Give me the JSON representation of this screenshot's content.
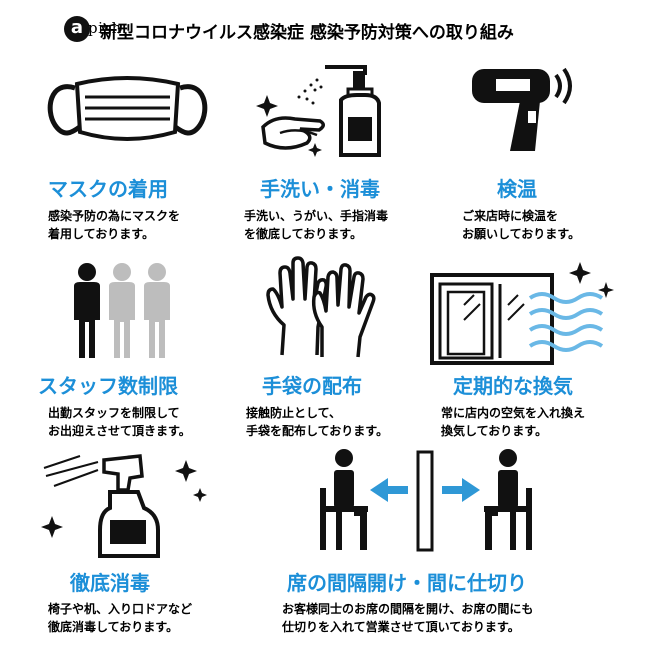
{
  "header": {
    "logo_letter": "a",
    "logo_text": "pish",
    "title": "新型コロナウイルス感染症 感染予防対策への取り組み"
  },
  "colors": {
    "accent": "#1c8fd8",
    "mask_grey": "#bdbdbd",
    "air_blue": "#6ab8e6",
    "arrow_blue": "#2f98d6"
  },
  "items": [
    {
      "title": "マスクの着用",
      "desc": "感染予防の為にマスクを\n着用しております。",
      "icon": "mask-icon"
    },
    {
      "title": "手洗い・消毒",
      "desc": "手洗い、うがい、手指消毒\nを徹底しております。",
      "icon": "hand-sanitizer-icon"
    },
    {
      "title": "検温",
      "desc": "ご来店時に検温を\nお願いしております。",
      "icon": "thermometer-icon"
    },
    {
      "title": "スタッフ数制限",
      "desc": "出勤スタッフを制限して\nお出迎えさせて頂きます。",
      "icon": "staff-icon"
    },
    {
      "title": "手袋の配布",
      "desc": "接触防止として、\n手袋を配布しております。",
      "icon": "gloves-icon"
    },
    {
      "title": "定期的な換気",
      "desc": "常に店内の空気を入れ換え\n換気しております。",
      "icon": "ventilation-icon"
    },
    {
      "title": "徹底消毒",
      "desc": "椅子や机、入り口ドアなど\n徹底消毒しております。",
      "icon": "spray-icon"
    },
    {
      "title": "席の間隔開け・間に仕切り",
      "desc": "お客様同士のお席の間隔を開け、お席の間にも\n仕切りを入れて営業させて頂いております。",
      "icon": "partition-icon"
    }
  ]
}
